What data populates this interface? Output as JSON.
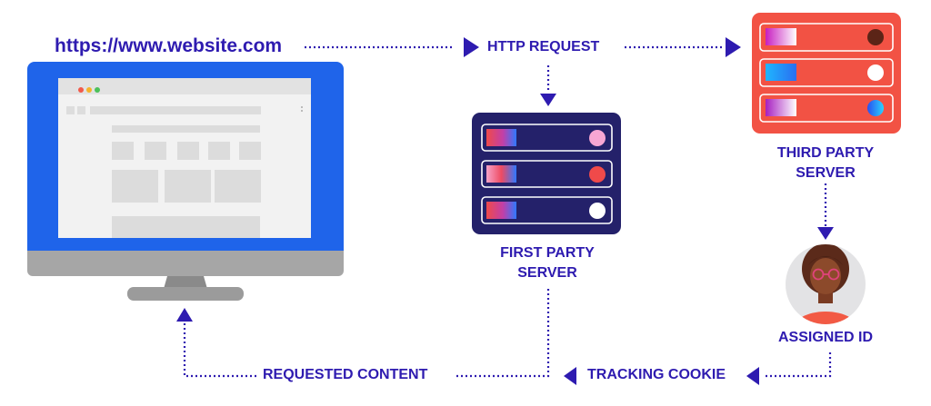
{
  "url": "https://www.website.com",
  "http_request": "HTTP REQUEST",
  "first_party_server": [
    "FIRST PARTY",
    "SERVER"
  ],
  "third_party_server": [
    "THIRD PARTY",
    "SERVER"
  ],
  "assigned_id": "ASSIGNED ID",
  "requested_content": "REQUESTED CONTENT",
  "tracking_cookie": "TRACKING COOKIE",
  "colors": {
    "accent": "#2e1bb0",
    "monitor_frame": "#1f64ea",
    "monitor_base": "#a6a6a6",
    "first_server": "#24216a",
    "third_server": "#f25244",
    "avatar_bg": "#e3e3e5",
    "avatar_shirt": "#f25a44"
  }
}
